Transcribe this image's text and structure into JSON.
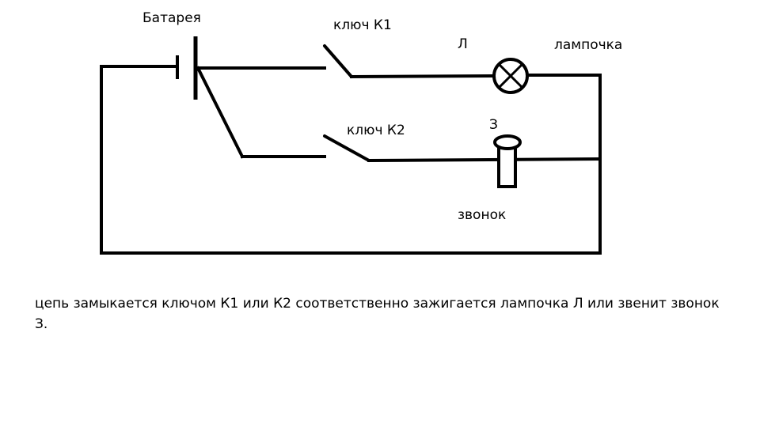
{
  "labels": {
    "battery": "Батарея",
    "key1": "ключ К1",
    "lamp_letter": "Л",
    "lamp": "лампочка",
    "key2": "ключ К2",
    "bell_letter": "З",
    "bell": "звонок"
  },
  "caption": "цепь замыкается ключом К1 или К2 соответственно зажигается лампочка Л или звенит звонок З."
}
